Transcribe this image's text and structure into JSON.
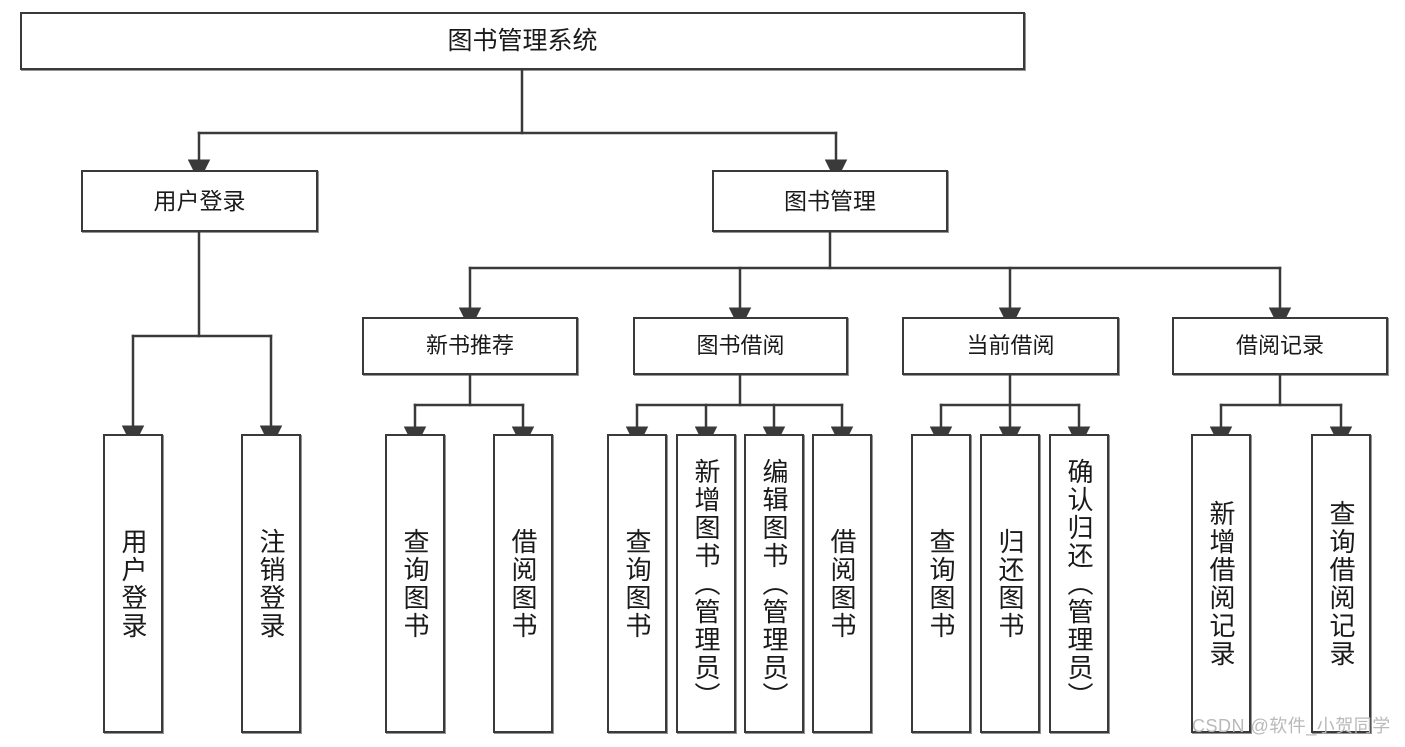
{
  "diagram": {
    "type": "hierarchy-tree",
    "title": "图书管理系统",
    "watermark": "CSDN @软件_小贺同学",
    "colors": {
      "box_border": "#3a3a3a",
      "box_fill": "#ffffff",
      "connector": "#3a3a3a",
      "text": "#1a1a1a",
      "watermark": "#b9b9b9"
    },
    "root": {
      "label": "图书管理系统"
    },
    "level2": [
      {
        "label": "用户登录"
      },
      {
        "label": "图书管理"
      }
    ],
    "level3": [
      {
        "label": "新书推荐"
      },
      {
        "label": "图书借阅"
      },
      {
        "label": "当前借阅"
      },
      {
        "label": "借阅记录"
      }
    ],
    "leaves": {
      "user_login": [
        {
          "label": "用户登录"
        },
        {
          "label": "注销登录"
        }
      ],
      "new_book_recommend": [
        {
          "label": "查询图书"
        },
        {
          "label": "借阅图书"
        }
      ],
      "book_borrow": [
        {
          "label": "查询图书"
        },
        {
          "label": "新增图书（管理员）"
        },
        {
          "label": "编辑图书（管理员）"
        },
        {
          "label": "借阅图书"
        }
      ],
      "current_borrow": [
        {
          "label": "查询图书"
        },
        {
          "label": "归还图书"
        },
        {
          "label": "确认归还（管理员）"
        }
      ],
      "borrow_record": [
        {
          "label": "新增借阅记录"
        },
        {
          "label": "查询借阅记录"
        }
      ]
    }
  }
}
